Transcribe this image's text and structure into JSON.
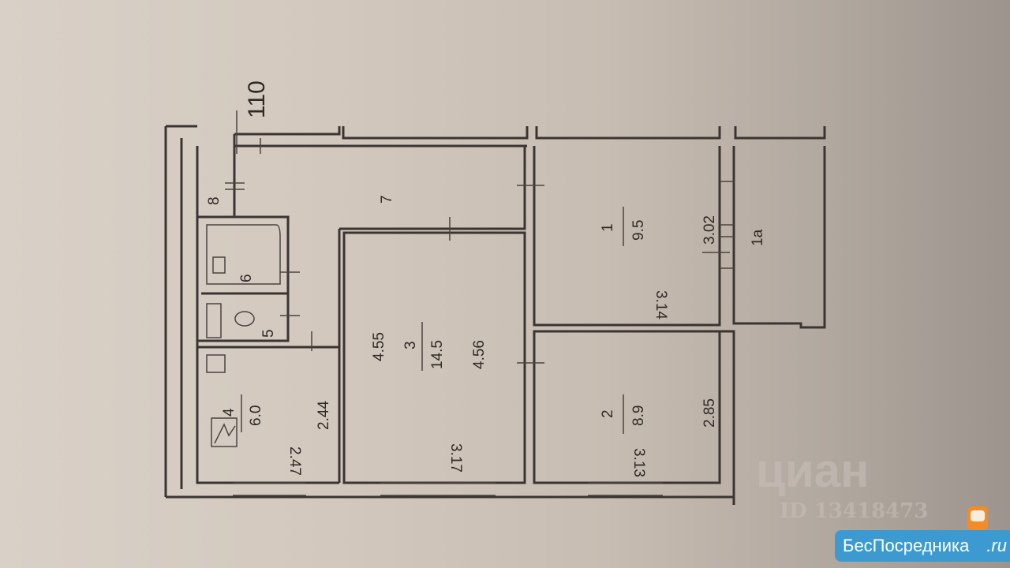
{
  "plan": {
    "axis_label": "110",
    "rooms": [
      {
        "id": "8"
      },
      {
        "id": "7"
      },
      {
        "id": "1",
        "area": "9.5",
        "dim_a": "3.02",
        "dim_b": "3.14"
      },
      {
        "id": "1а"
      },
      {
        "id": "6"
      },
      {
        "id": "5"
      },
      {
        "id": "3",
        "area": "14.5",
        "dim_a": "4.55",
        "dim_b": "4.56",
        "dim_c": "3.17"
      },
      {
        "id": "2",
        "area": "8.9",
        "dim_a": "2.85",
        "dim_b": "3.13"
      },
      {
        "id": "4",
        "area": "6.0",
        "dim_a": "2.44",
        "dim_b": "2.47"
      }
    ]
  },
  "watermark": {
    "brand": "циан",
    "id": "ID 13418473"
  },
  "logo": {
    "name": "БесПосредника",
    "tld": ".ru"
  }
}
